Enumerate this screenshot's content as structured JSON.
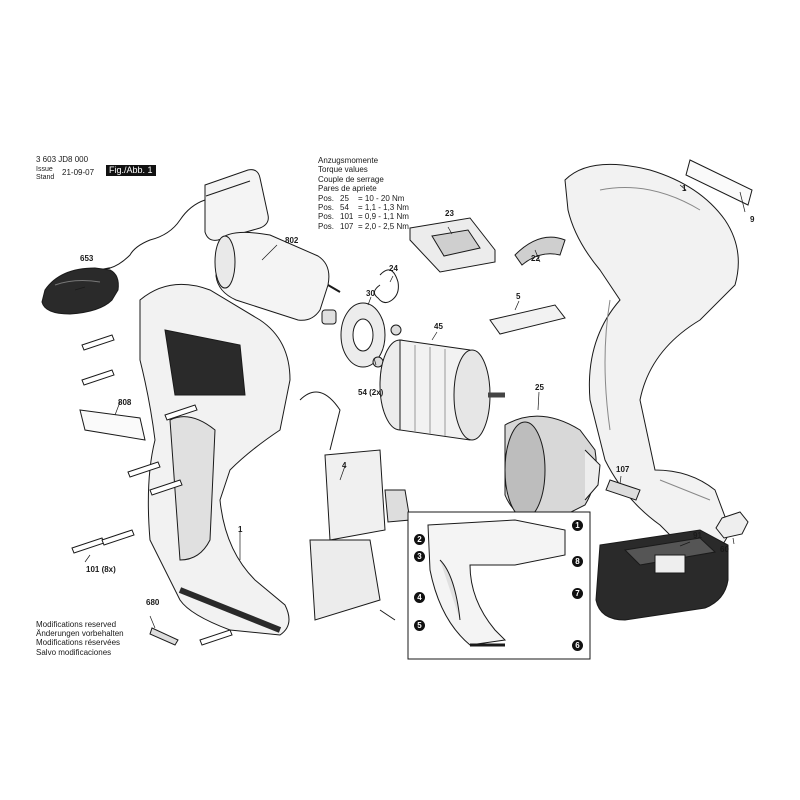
{
  "header": {
    "part_number": "3 603 JD8 000",
    "issue_label": "Issue",
    "stand_label": "Stand",
    "date": "21-09-07",
    "figure_label": "Fig./Abb. 1"
  },
  "torque_table": {
    "titles": [
      "Anzugsmomente",
      "Torque values",
      "Couple de serrage",
      "Pares de apriete"
    ],
    "rows": [
      {
        "pos": "Pos.",
        "number": "25",
        "value": "= 10 - 20 Nm"
      },
      {
        "pos": "Pos.",
        "number": "54",
        "value": "= 1,1 - 1,3 Nm"
      },
      {
        "pos": "Pos.",
        "number": "101",
        "value": "= 0,9 - 1,1 Nm"
      },
      {
        "pos": "Pos.",
        "number": "107",
        "value": "= 2,0 - 2,5 Nm"
      }
    ]
  },
  "modifications": [
    "Modifications reserved",
    "Änderungen vorbehalten",
    "Modifications réservées",
    "Salvo modificaciones"
  ],
  "part_labels": {
    "p653": "653",
    "p802": "802",
    "p808": "808",
    "p101": "101 (8x)",
    "p680": "680",
    "p1_left": "1",
    "p1_right": "1",
    "p4": "4",
    "p23": "23",
    "p24": "24",
    "p30": "30",
    "p45": "45",
    "p54": "54 (2x)",
    "p22": "22",
    "p5": "5",
    "p25": "25",
    "p107": "107",
    "p9": "9",
    "p91": "91",
    "p60": "60"
  },
  "inset_callouts": [
    "1",
    "2",
    "3",
    "4",
    "5",
    "6",
    "7",
    "8"
  ],
  "colors": {
    "line": "#1a1a1a",
    "housing_fill": "#f2f2f2",
    "grip_fill": "#e6e6e6",
    "dark_fill": "#2a2a2a",
    "inset_border": "#1a1a1a"
  }
}
